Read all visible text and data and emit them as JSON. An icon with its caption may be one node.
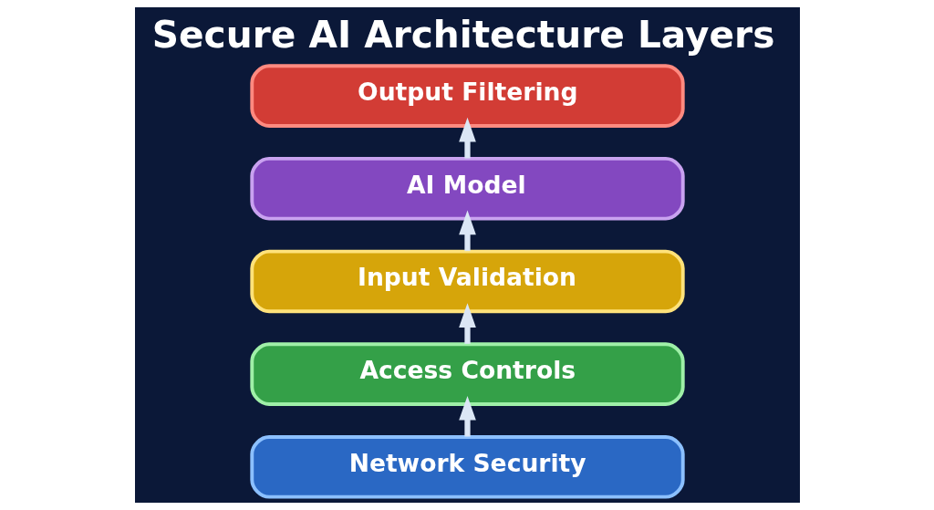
{
  "diagram": {
    "title": "Secure AI Architecture Layers",
    "nodes": [
      {
        "text": [
          "Output Filtering"
        ]
      },
      {
        "text": [
          "AI Model"
        ]
      },
      {
        "text": [
          "Input Validation"
        ]
      },
      {
        "text": [
          "Access Controls"
        ]
      },
      {
        "text": [
          "Network Security"
        ]
      }
    ],
    "edges": [
      {
        "from": 4,
        "to": 3,
        "arrow": "to"
      },
      {
        "from": 3,
        "to": 2,
        "arrow": "to"
      },
      {
        "from": 2,
        "to": 1,
        "arrow": "to"
      },
      {
        "from": 1,
        "to": 0,
        "arrow": "to"
      }
    ]
  }
}
